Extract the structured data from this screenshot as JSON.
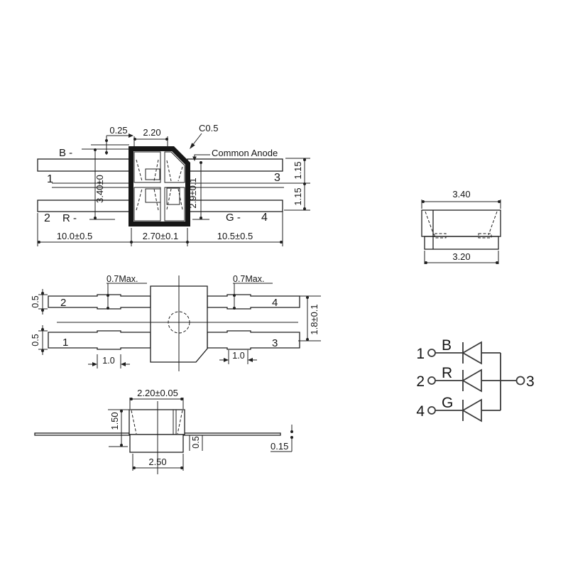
{
  "colors": {
    "line": "#1f1f1f",
    "package_fill": "#161616",
    "background": "#ffffff",
    "schematic_line": "#3a3a3a"
  },
  "top_view": {
    "pin_labels": {
      "p1": "1",
      "p2": "2",
      "p3": "3",
      "p4": "4"
    },
    "net_labels": {
      "blue": "B -",
      "red": "R -",
      "green": "G -",
      "common": "Common Anode"
    },
    "dims": {
      "border": "0.25",
      "body_top": "2.20",
      "chamfer": "C0.5",
      "height": "3.40±0",
      "inner_height": "2.9±0.1",
      "lead_offset_top": "1.15",
      "lead_offset_bottom": "1.15",
      "lead_left": "10.0±0.5",
      "body_width": "2.70±0.1",
      "lead_right": "10.5±0.5"
    }
  },
  "end_view": {
    "dims": {
      "width_top": "3.40",
      "width_bottom": "3.20"
    }
  },
  "bottom_view": {
    "pin_labels": {
      "p1": "1",
      "p2": "2",
      "p3": "3",
      "p4": "4"
    },
    "dims": {
      "bump_left": "0.7Max.",
      "bump_right": "0.7Max.",
      "lead_thk_top": "0.5",
      "lead_thk_bottom": "0.5",
      "bump_len_left": "1.0",
      "bump_len_right": "1.0",
      "lead_span": "1.8±0.1"
    }
  },
  "front_view": {
    "dims": {
      "lens_width": "2.20±0.05",
      "body_height": "1.50",
      "standoff": "0.5",
      "base_width": "2.50",
      "lead_thk": "0.15"
    }
  },
  "schematic": {
    "pins": [
      {
        "number": "1",
        "label": "B"
      },
      {
        "number": "2",
        "label": "R"
      },
      {
        "number": "4",
        "label": "G"
      }
    ],
    "common_pin": {
      "number": "3"
    }
  }
}
